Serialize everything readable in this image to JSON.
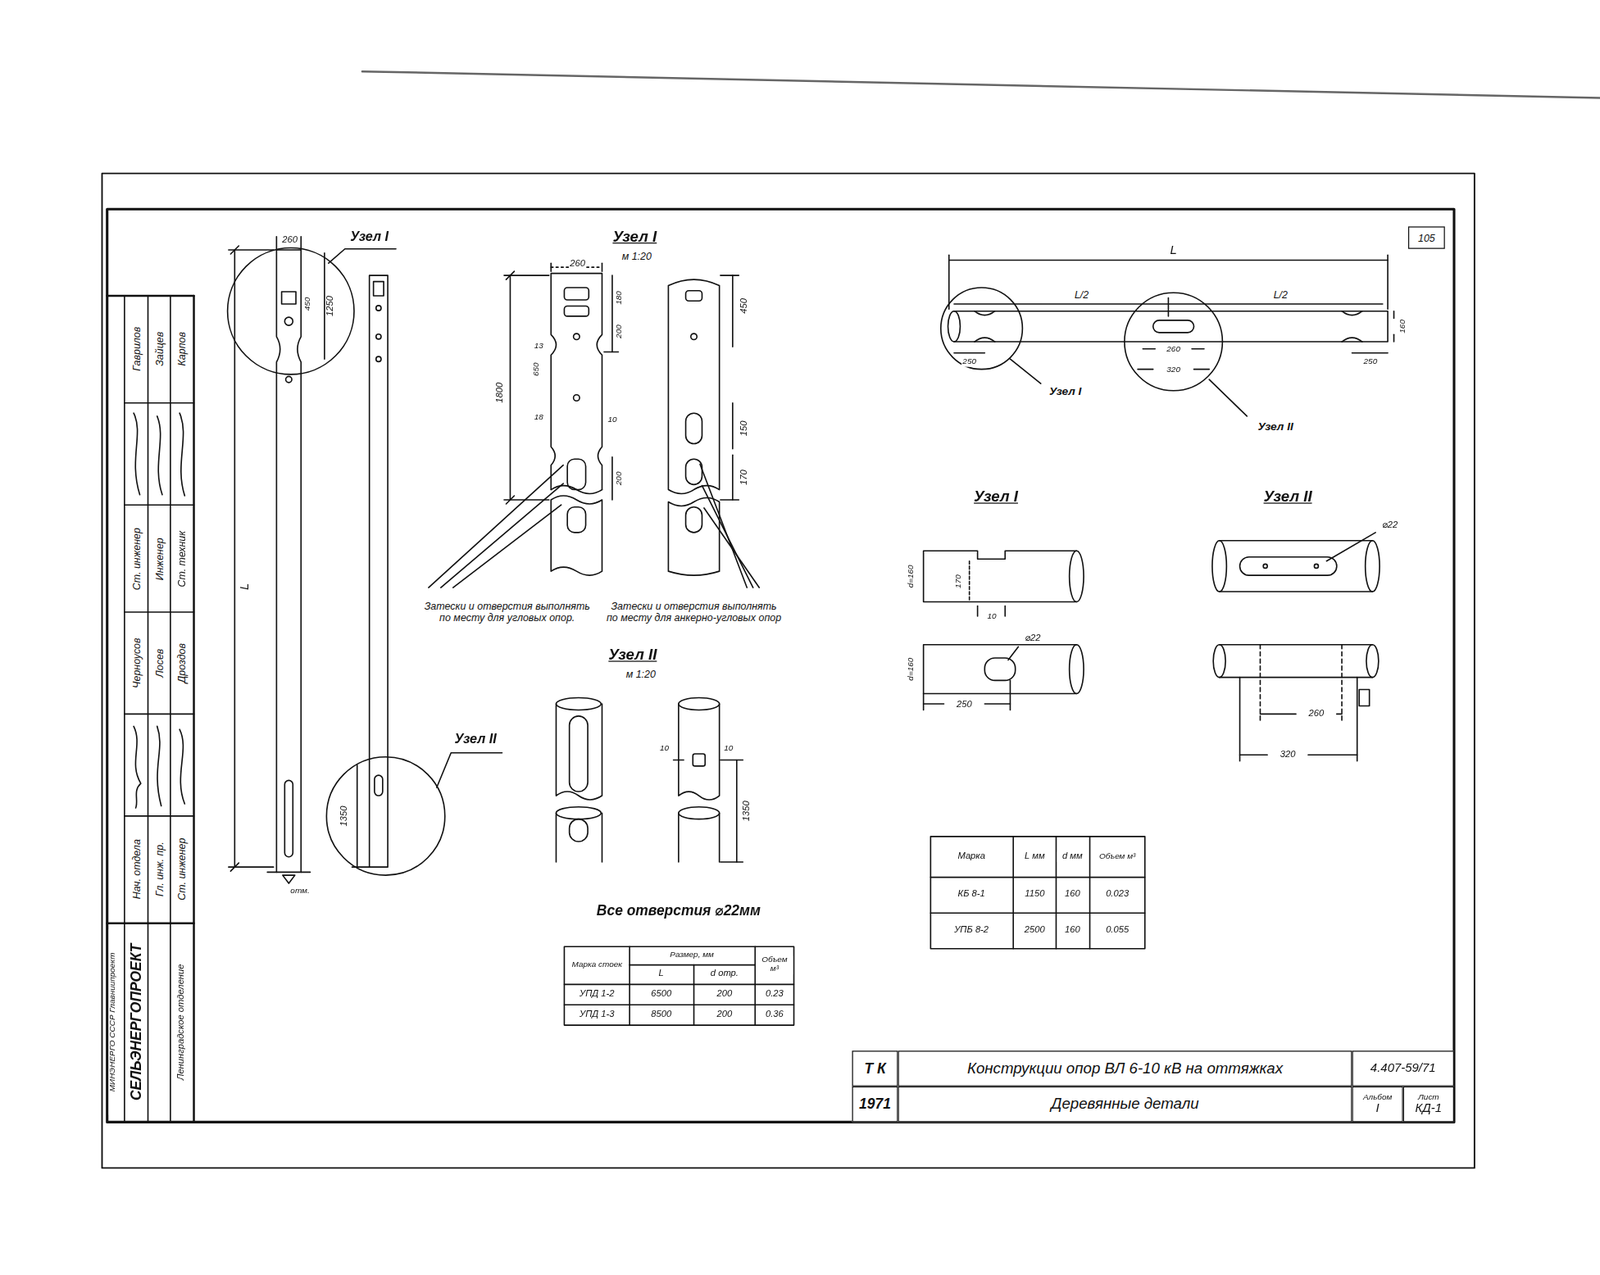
{
  "diagram": {
    "nodes": [
      {
        "text": [
          "105"
        ]
      },
      {
        "text": [
          "Т К"
        ]
      },
      {
        "text": [
          "1971"
        ]
      },
      {
        "text": [
          "Конструкции опор ВЛ 6-10 кВ на оттяжках"
        ]
      },
      {
        "text": [
          "Деревянные детали"
        ]
      },
      {
        "text": [
          "4.407-59/71"
        ]
      },
      {
        "text": [
          "Альбом",
          "I"
        ]
      },
      {
        "text": [
          "Лист",
          "КД-1"
        ]
      }
    ],
    "labels": [
      "Узел I",
      "260",
      "450",
      "1250",
      "L",
      "отм.",
      "Узел II",
      "1350",
      "Узел I",
      "м 1:20",
      "260",
      "180",
      "200",
      "1800",
      "650",
      "13",
      "18",
      "10",
      "200",
      "450",
      "150",
      "170",
      "Затески и отверстия выполнять по месту для угловых опор.",
      "Затески и отверстия выполнять по месту для анкерно-угловых опор",
      "Узел II",
      "м 1:20",
      "10",
      "10",
      "1350",
      "Все отверстия ⌀22мм",
      "Марка стоек",
      "Размер, мм",
      "L",
      "d отр.",
      "Объем м³",
      "УПД 1-2",
      "6500",
      "200",
      "0.23",
      "УПД 1-3",
      "8500",
      "200",
      "0.36",
      "L",
      "L/2",
      "L/2",
      "160",
      "250",
      "260",
      "320",
      "250",
      "Узел I",
      "Узел II",
      "Узел I",
      "Узел II",
      "d=160",
      "170",
      "10",
      "⌀22",
      "d=160",
      "250",
      "⌀22",
      "260",
      "320",
      "Марка",
      "L мм",
      "d мм",
      "Объем м³",
      "КБ 8-1",
      "1150",
      "160",
      "0.023",
      "УПБ 8-2",
      "2500",
      "160",
      "0.055",
      "МИНЭНЕРГО СССР Главниипроект",
      "СЕЛЬЭНЕРГОПРОЕКТ",
      "Ленинградское отделение",
      "Нач. отдела",
      "Черноусов",
      "Ст. инженер",
      "Гаврилов",
      "Гл. инж. пр.",
      "Лосев",
      "Инженер",
      "Зайцев",
      "Ст. инженер",
      "Дроздов",
      "Ст. техник",
      "Карпов"
    ]
  }
}
